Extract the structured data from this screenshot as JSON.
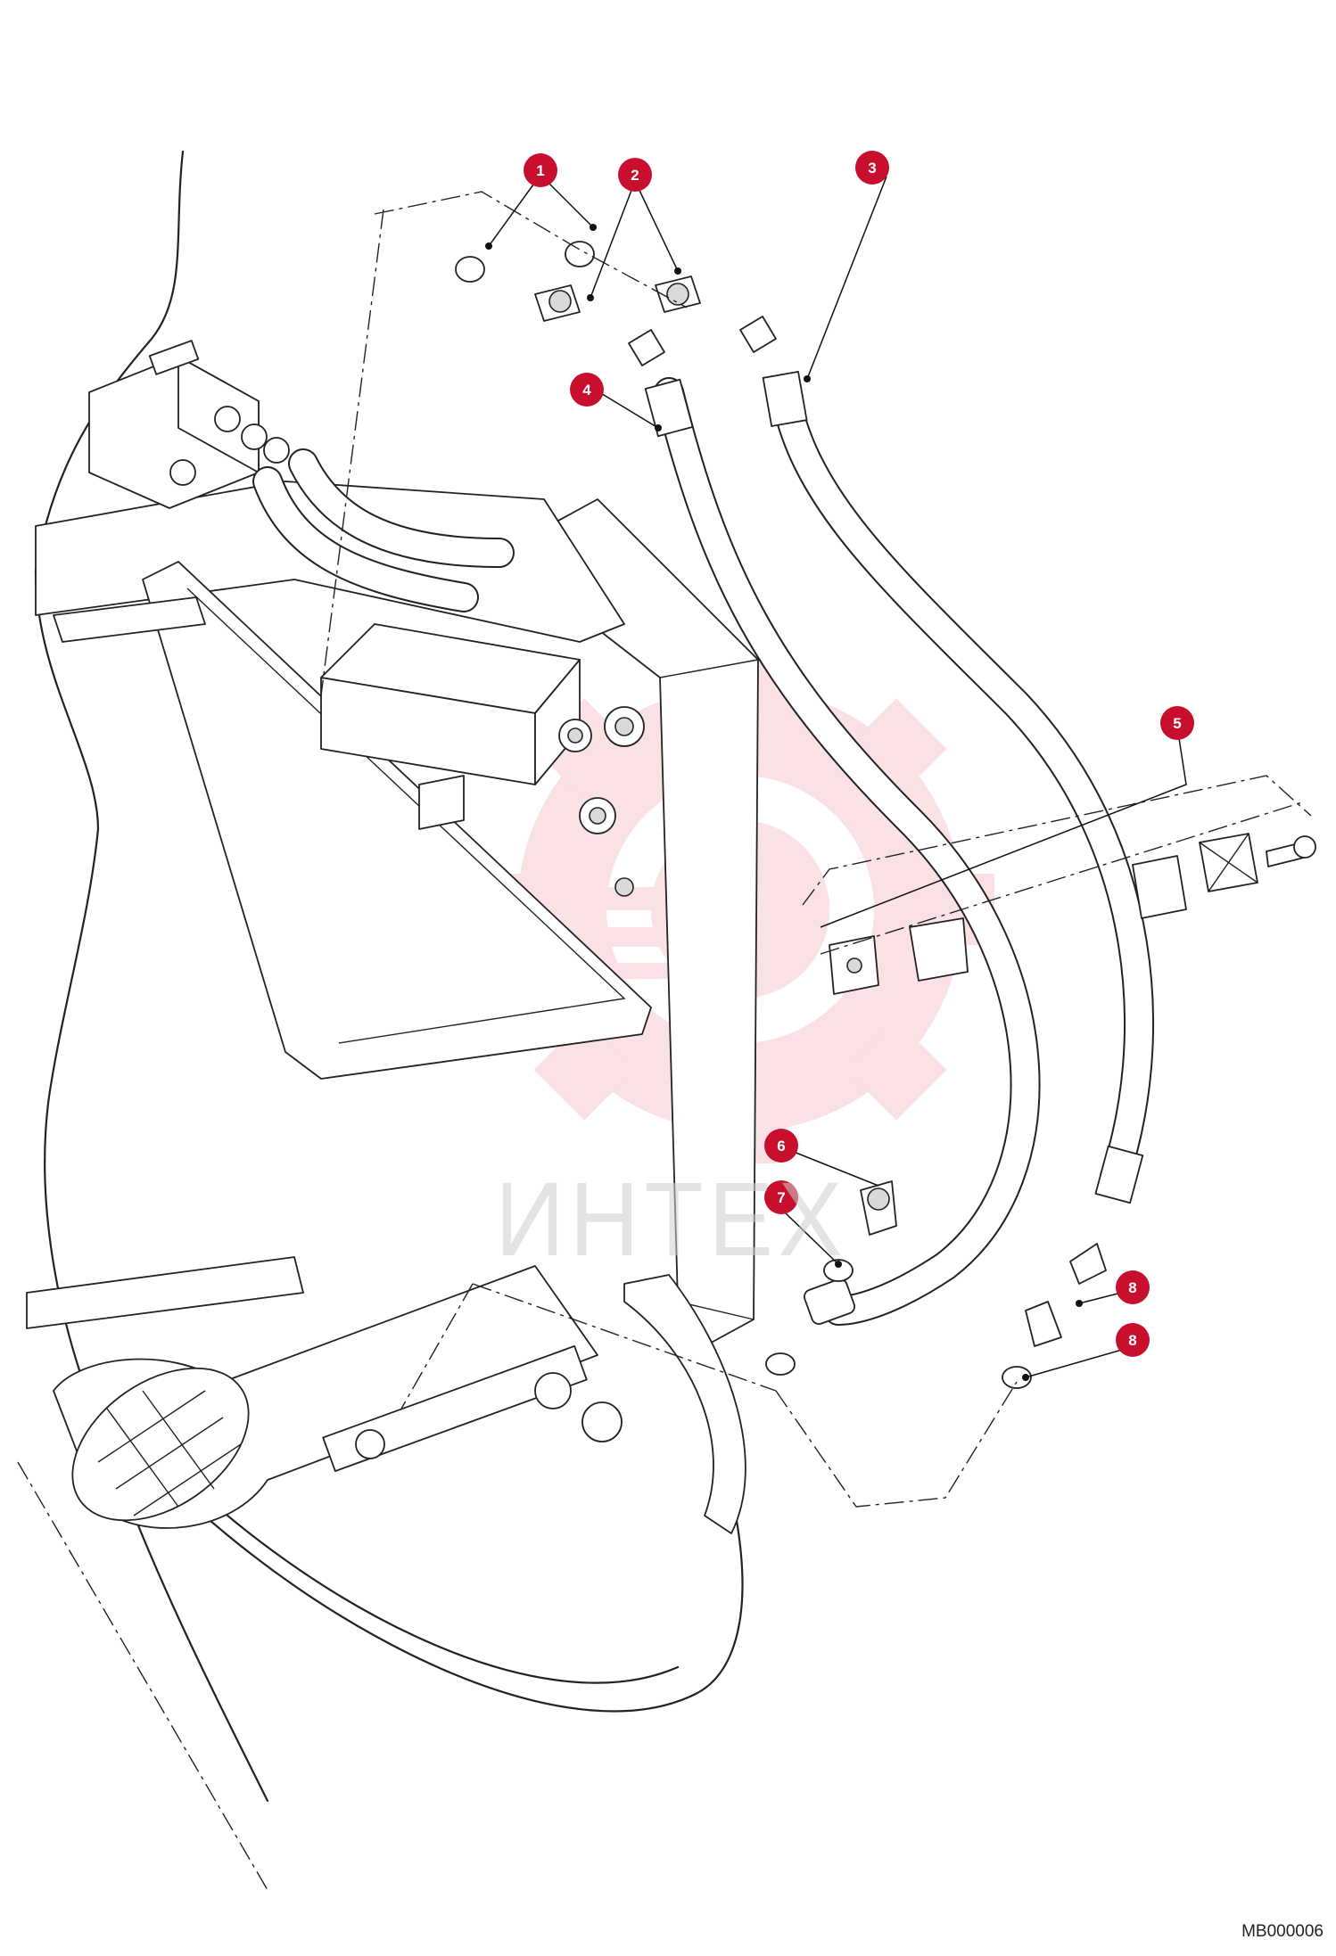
{
  "drawing_number": "MB000006",
  "watermark": "ИНТЕХ",
  "accent_color": "#c8102e",
  "watermark_color": "#f2b8bd",
  "callouts": [
    {
      "label": "1"
    },
    {
      "label": "2"
    },
    {
      "label": "3"
    },
    {
      "label": "4"
    },
    {
      "label": "5"
    },
    {
      "label": "6"
    },
    {
      "label": "7"
    },
    {
      "label": "8"
    },
    {
      "label": "8"
    }
  ]
}
